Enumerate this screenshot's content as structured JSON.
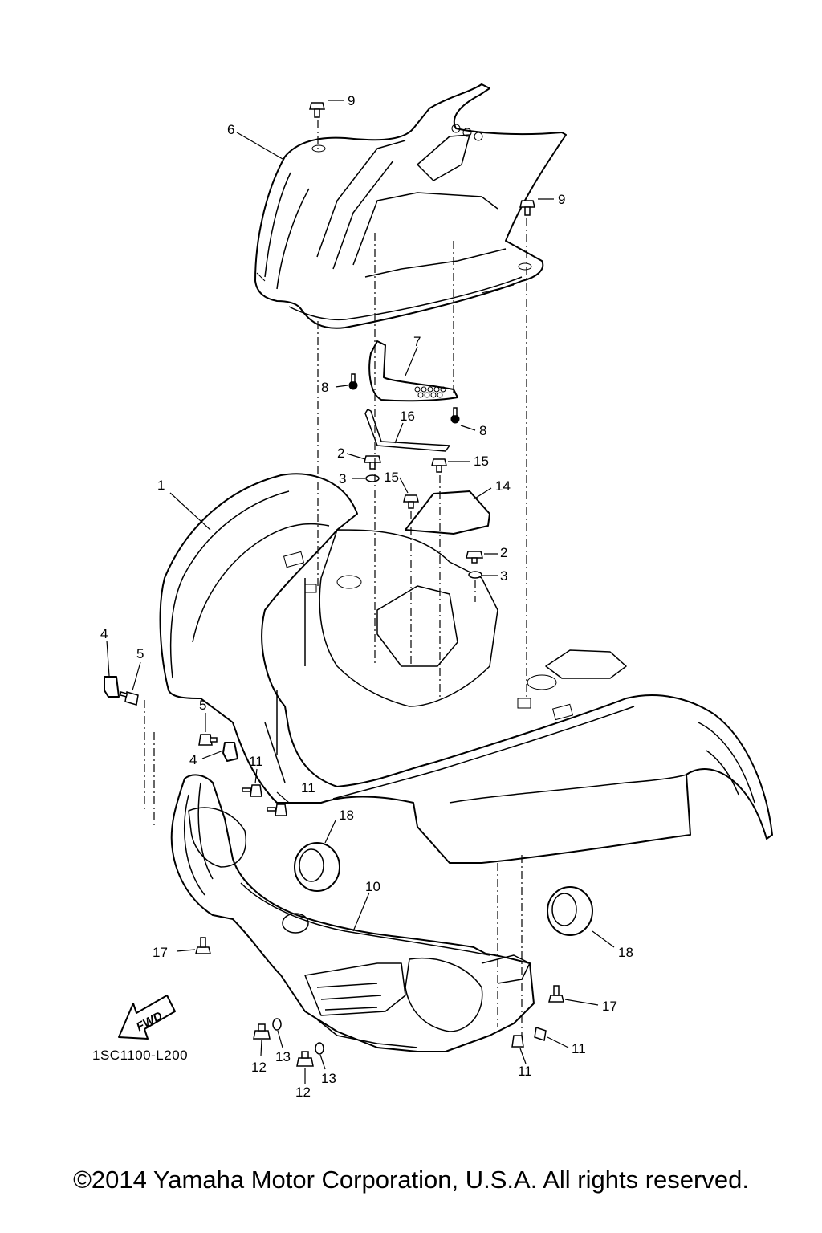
{
  "diagram": {
    "drawing_code": "1SC1100-L200",
    "fwd_label": "FWD",
    "copyright": "©2014 Yamaha Motor Corporation, U.S.A. All rights reserved.",
    "callouts": [
      "1",
      "2",
      "3",
      "4",
      "5",
      "6",
      "7",
      "8",
      "9",
      "10",
      "11",
      "12",
      "13",
      "14",
      "15",
      "16",
      "17",
      "18"
    ]
  }
}
